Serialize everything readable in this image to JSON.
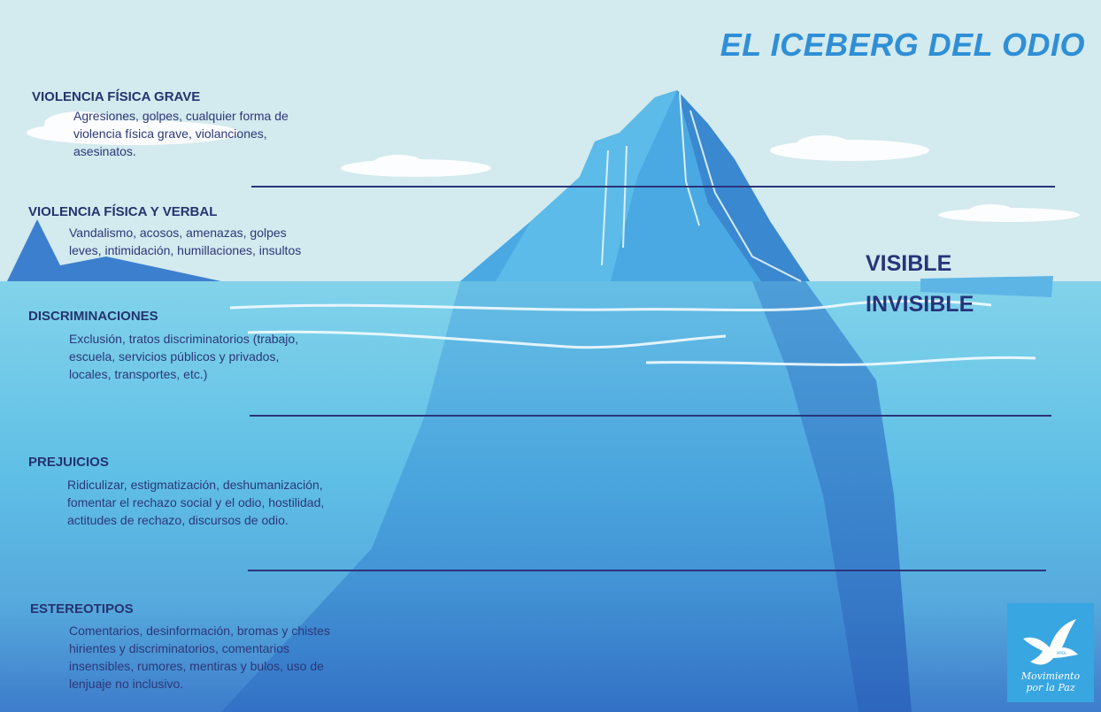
{
  "title": "EL ICEBERG DEL ODIO",
  "markers": {
    "visible": "VISIBLE",
    "invisible": "INVISIBLE"
  },
  "levels": [
    {
      "title": "VIOLENCIA FÍSICA GRAVE",
      "description": "Agresiones, golpes, cualquier forma de\nviolencia física grave, violanciones,\nasesinatos."
    },
    {
      "title": "VIOLENCIA FÍSICA Y VERBAL",
      "description": "Vandalismo, acosos, amenazas, golpes\nleves, intimidación, humillaciones, insultos"
    },
    {
      "title": "DISCRIMINACIONES",
      "description": "Exclusión, tratos discriminatorios (trabajo,\nescuela, servicios públicos y privados,\nlocales, transportes, etc.)"
    },
    {
      "title": "PREJUICIOS",
      "description": "Ridiculizar, estigmatización, deshumanización,\nfomentar el rechazo social y el odio, hostilidad,\nactitudes de rechazo, discursos de odio."
    },
    {
      "title": "ESTEREOTIPOS",
      "description": "Comentarios, desinformación, bromas y chistes\nhirientes y discriminatorios, comentarios\ninsensibles, rumores, mentiras y bulos, uso de\nlenjuaje no inclusivo."
    }
  ],
  "logo": {
    "text": "Movimiento\npor la Paz",
    "small_text": "MPDL"
  },
  "colors": {
    "sky": "#d3eaee",
    "sea_top": "#7fd0e9",
    "sea_bottom": "#3f82cc",
    "divider": "#2b3479",
    "title": "#2f8fd6"
  }
}
